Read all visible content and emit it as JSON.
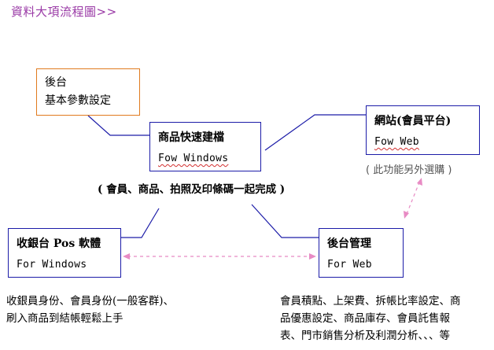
{
  "title": "資料大項流程圖>>",
  "settings": {
    "line1": "後台",
    "line2": "基本參數設定"
  },
  "product": {
    "title": "商品快速建檔",
    "subtitle": "Fow Windows"
  },
  "web": {
    "title": "網站(會員平台)",
    "subtitle": "Fow Web"
  },
  "pos": {
    "title": "收銀台 Pos 軟體",
    "subtitle": "For Windows"
  },
  "admin": {
    "title": "後台管理",
    "subtitle": "For Web"
  },
  "notes": {
    "optional": "( 此功能另外選購 )",
    "complete": "( 會員、商品、拍照及印條碼一起完成 )"
  },
  "desc": {
    "pos": [
      "收銀員身份、會員身份(一般客群)、",
      "刷入商品到結帳輕鬆上手"
    ],
    "admin": [
      "會員積點、上架費、拆帳比率設定、商",
      "品優惠設定、商品庫存、會員託售報",
      "表、門市銷售分析及利潤分析、、、等"
    ]
  },
  "colors": {
    "title": "#9a3aa6",
    "box_border": "#1c1ca8",
    "settings_border": "#e07a1e",
    "connector": "#1c1ca8",
    "dashed": "#e88bc4"
  }
}
